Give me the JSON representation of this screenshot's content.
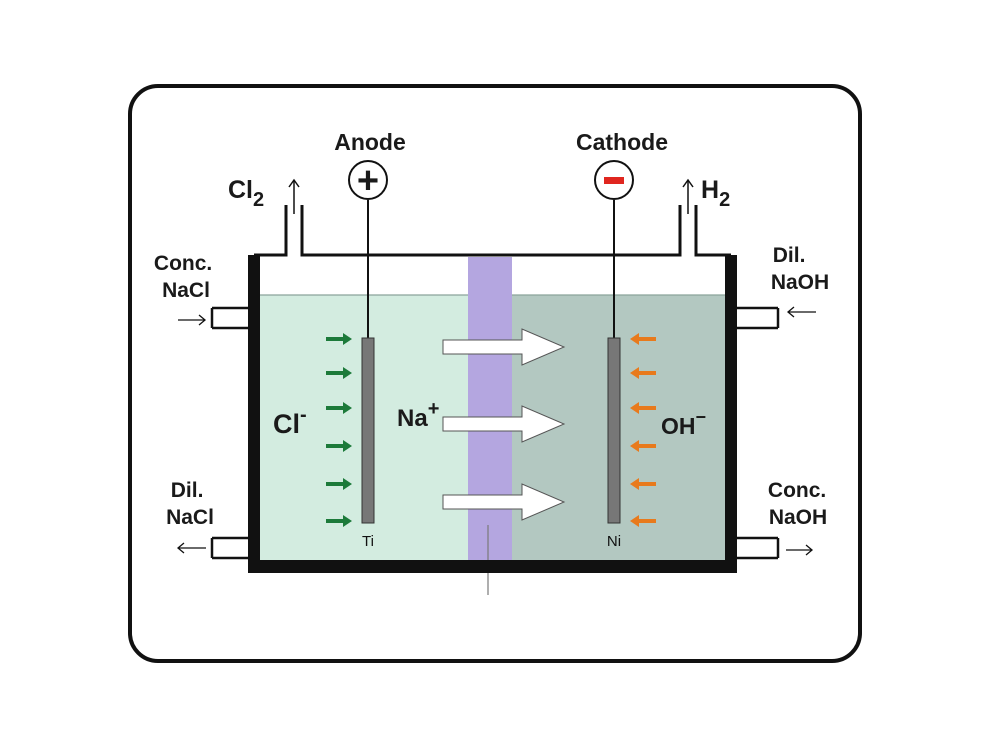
{
  "labels": {
    "anode": "Anode",
    "cathode": "Cathode",
    "anode_sign": "+",
    "cathode_sign": "−",
    "cl2_main": "Cl",
    "cl2_sub": "2",
    "h2_main": "H",
    "h2_sub": "2",
    "in_left_1": "Conc.",
    "in_left_2": "NaCl",
    "out_left_1": "Dil.",
    "out_left_2": "NaCl",
    "in_right_1": "Dil.",
    "in_right_2": "NaOH",
    "out_right_1": "Conc.",
    "out_right_2": "NaOH",
    "chloride": "Cl",
    "chloride_charge": "-",
    "sodium": "Na",
    "sodium_charge": "+",
    "hydroxide": "OH",
    "hydroxide_charge": "−",
    "anode_metal": "Ti",
    "cathode_metal": "Ni"
  },
  "colors": {
    "anolyte": "#d3ece0",
    "catholyte": "#b3c8c1",
    "membrane": "#b4a6e0",
    "frame": "#111111",
    "electrode": "#777777",
    "plus_sign": "#e0261f",
    "minus_sign": "#e0261f",
    "chloride_arrow": "#1c7a3a",
    "chloride_text": "#1c8a3c",
    "hydroxide_arrow": "#e87a1c",
    "hydroxide_text": "#ef7d16",
    "na_arrow": "#ffffff"
  }
}
